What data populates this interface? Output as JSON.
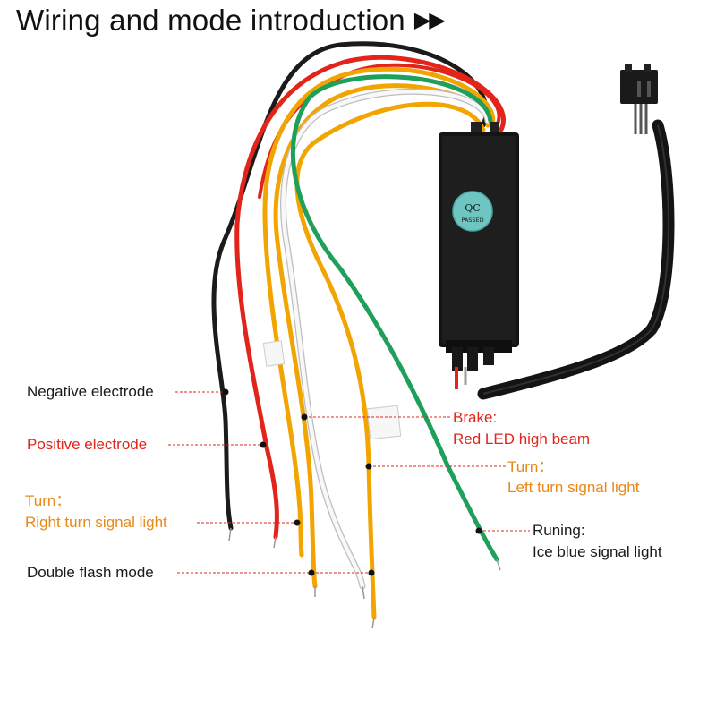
{
  "title": {
    "text": "Wiring and mode introduction",
    "arrows": "▶▶"
  },
  "product": {
    "qc_sticker_line1": "QC",
    "qc_sticker_line2": "PASSED"
  },
  "labels": {
    "negative": "Negative electrode",
    "positive": "Positive electrode",
    "turn_right_title": "Turn：",
    "turn_right_desc": "Right turn signal light",
    "double_flash": "Double flash mode",
    "brake_title": "Brake:",
    "brake_desc": "Red LED high beam",
    "turn_left_title": "Turn：",
    "turn_left_desc": "Left turn signal light",
    "running_title": "Runing:",
    "running_desc": "Ice blue signal light"
  },
  "colors": {
    "black_wire": "#1b1b1b",
    "red_wire": "#e3241a",
    "orange_wire": "#f2a400",
    "white_wire": "#f4f4f4",
    "green_wire": "#1fa05a",
    "label_black": "#1a1a1a",
    "label_red": "#e0261b",
    "label_orange": "#e8891a"
  }
}
